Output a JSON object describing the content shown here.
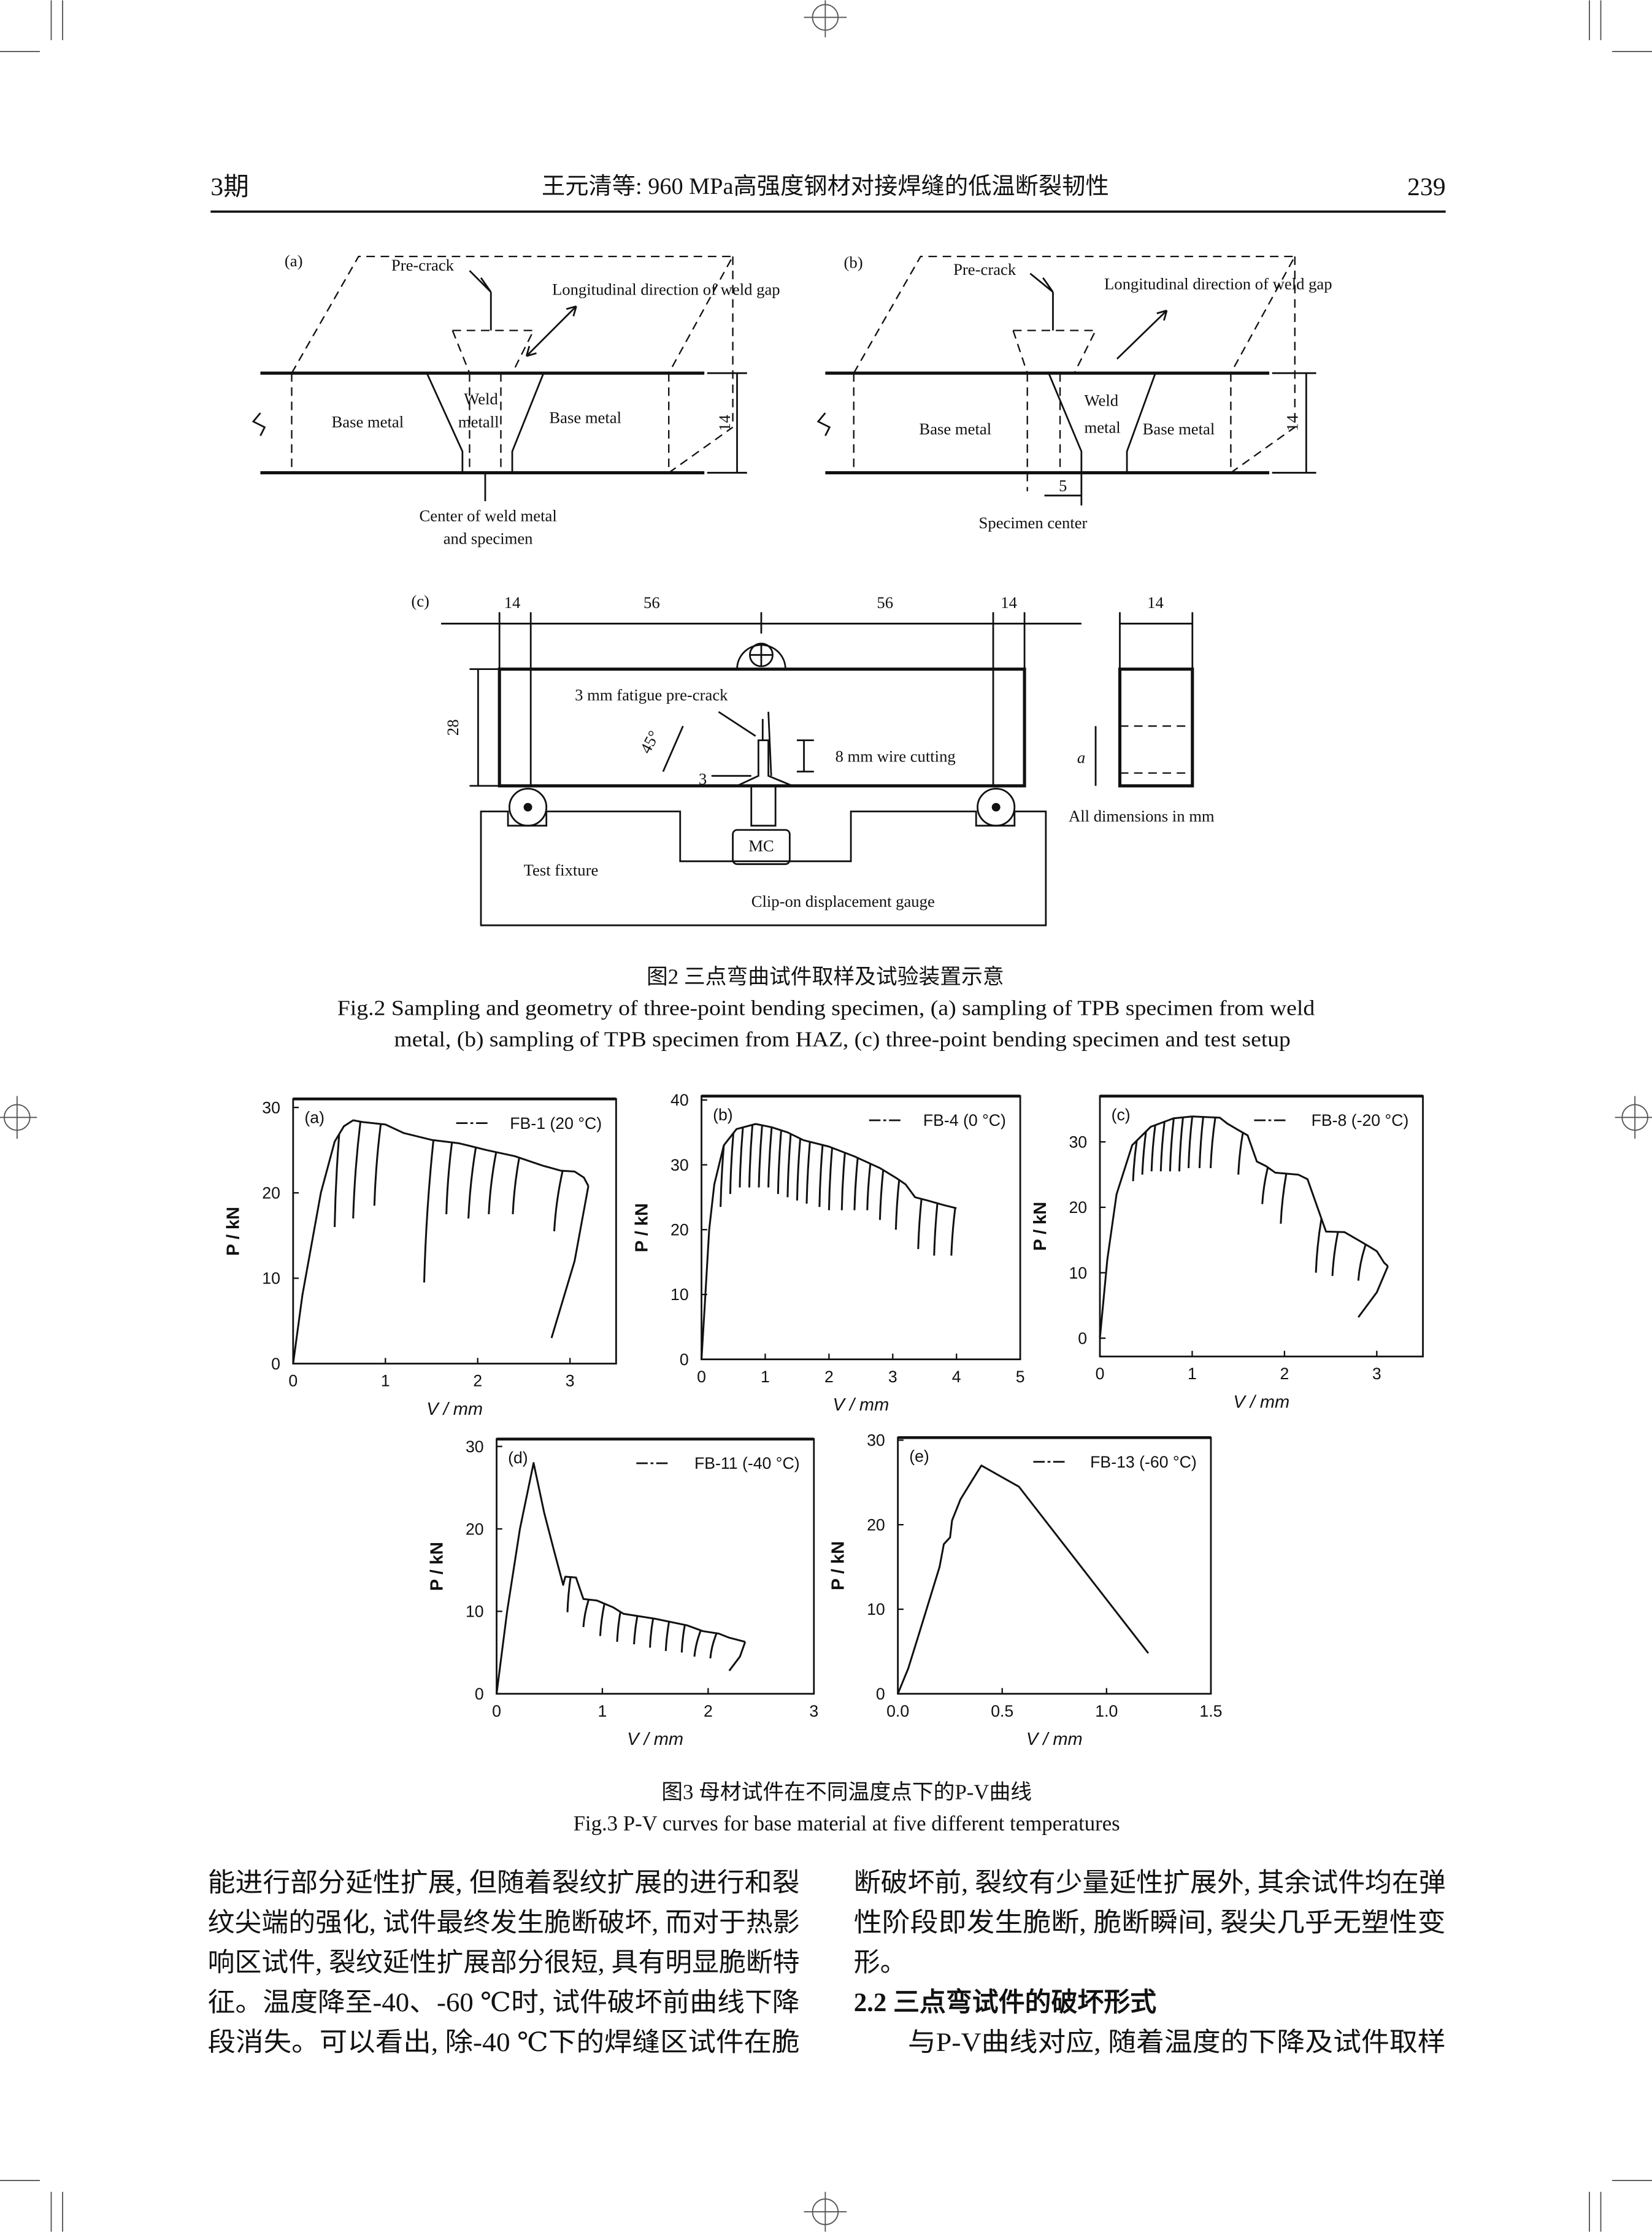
{
  "header": {
    "issue": "3期",
    "title": "王元清等: 960 MPa高强度钢材对接焊缝的低温断裂韧性",
    "page_number": "239"
  },
  "figure2": {
    "a": {
      "panel": "(a)",
      "precrack": "Pre-crack",
      "longitudinal": "Longitudinal direction of weld gap",
      "weld": "Weld",
      "metal": "metall",
      "base_left": "Base metal",
      "base_right": "Base metal",
      "thickness": "14",
      "center1": "Center of weld metal",
      "center2": "and specimen"
    },
    "b": {
      "panel": "(b)",
      "precrack": "Pre-crack",
      "longitudinal": "Longitudinal direction of weld gap",
      "weld": "Weld",
      "metal": "metal",
      "base_left": "Base metal",
      "base_right": "Base metal",
      "thickness": "14",
      "offset": "5",
      "center": "Specimen center"
    },
    "c": {
      "panel": "(c)",
      "dims_top": [
        "14",
        "56",
        "56",
        "14"
      ],
      "side_width": "14",
      "height": "28",
      "fatigue": "3 mm fatigue pre-crack",
      "angle": "45°",
      "three": "3",
      "wire": "8 mm wire cutting",
      "a": "a",
      "all_dims": "All dimensions in mm",
      "fixture": "Test fixture",
      "mc": "MC",
      "gauge": "Clip-on displacement gauge"
    },
    "caption_cn": "图2 三点弯曲试件取样及试验装置示意",
    "caption_en_1": "Fig.2 Sampling and geometry of three-point bending specimen, (a) sampling of TPB specimen from weld",
    "caption_en_2": "metal, (b) sampling of TPB specimen from HAZ, (c) three-point bending specimen and test setup"
  },
  "figure3": {
    "caption_cn": "图3 母材试件在不同温度点下的P-V曲线",
    "caption_en": "Fig.3 P-V curves for base material at five different temperatures"
  },
  "chart_data": [
    {
      "type": "line",
      "panel": "(a)",
      "legend": "FB-1 (20 °C)",
      "xlabel": "V / mm",
      "ylabel": "P / kN",
      "xlim": [
        0,
        3.5
      ],
      "ylim": [
        0,
        31
      ],
      "xticks": [
        0,
        1,
        2,
        3
      ],
      "yticks": [
        0,
        10,
        20,
        30
      ],
      "envelope": [
        [
          0,
          0
        ],
        [
          0.1,
          8
        ],
        [
          0.3,
          20
        ],
        [
          0.45,
          26
        ],
        [
          0.55,
          27.8
        ],
        [
          0.65,
          28.5
        ],
        [
          0.75,
          28.3
        ],
        [
          1.0,
          28
        ],
        [
          1.2,
          27
        ],
        [
          1.5,
          26.2
        ],
        [
          1.8,
          25.8
        ],
        [
          2.1,
          25
        ],
        [
          2.4,
          24.3
        ],
        [
          2.7,
          23.2
        ],
        [
          2.9,
          22.6
        ],
        [
          3.05,
          22.5
        ],
        [
          3.15,
          21.8
        ],
        [
          3.2,
          20.8
        ]
      ],
      "unloads": [
        [
          0.5,
          0.45,
          16
        ],
        [
          0.73,
          0.65,
          17
        ],
        [
          0.95,
          0.88,
          18.5
        ],
        [
          1.52,
          1.42,
          9.5
        ],
        [
          1.72,
          1.66,
          17.5
        ],
        [
          1.98,
          1.9,
          17
        ],
        [
          2.2,
          2.12,
          17.5
        ],
        [
          2.45,
          2.38,
          17.5
        ],
        [
          2.92,
          2.83,
          15.5
        ]
      ],
      "final": [
        [
          3.2,
          20.8
        ],
        [
          3.05,
          12
        ],
        [
          2.8,
          3
        ]
      ]
    },
    {
      "type": "line",
      "panel": "(b)",
      "legend": "FB-4 (0 °C)",
      "xlabel": "V / mm",
      "ylabel": "P / kN",
      "xlim": [
        0,
        5
      ],
      "ylim": [
        0,
        40.6
      ],
      "xticks": [
        0,
        1,
        2,
        3,
        4,
        5
      ],
      "yticks": [
        0,
        10,
        20,
        30,
        40
      ],
      "envelope": [
        [
          0,
          0
        ],
        [
          0.05,
          8
        ],
        [
          0.12,
          20
        ],
        [
          0.2,
          27
        ],
        [
          0.35,
          33
        ],
        [
          0.55,
          35.5
        ],
        [
          0.85,
          36.3
        ],
        [
          1.1,
          35.8
        ],
        [
          1.35,
          35
        ],
        [
          1.6,
          33.8
        ],
        [
          2.0,
          32.8
        ],
        [
          2.4,
          31.3
        ],
        [
          2.8,
          29.5
        ],
        [
          3.05,
          28
        ],
        [
          3.2,
          27
        ],
        [
          3.35,
          25
        ],
        [
          3.55,
          24.5
        ],
        [
          3.8,
          23.8
        ],
        [
          4.0,
          23.3
        ]
      ],
      "unloads": [
        [
          0.35,
          0.3,
          23.5
        ],
        [
          0.5,
          0.45,
          25.5
        ],
        [
          0.65,
          0.6,
          26.5
        ],
        [
          0.8,
          0.75,
          26.5
        ],
        [
          0.95,
          0.9,
          26.5
        ],
        [
          1.1,
          1.05,
          26.5
        ],
        [
          1.25,
          1.2,
          25.5
        ],
        [
          1.4,
          1.35,
          25
        ],
        [
          1.55,
          1.5,
          24.5
        ],
        [
          1.7,
          1.65,
          24
        ],
        [
          1.9,
          1.85,
          23.5
        ],
        [
          2.05,
          2.0,
          23
        ],
        [
          2.25,
          2.2,
          23
        ],
        [
          2.45,
          2.4,
          23
        ],
        [
          2.65,
          2.6,
          23
        ],
        [
          2.85,
          2.8,
          21.5
        ],
        [
          3.1,
          3.05,
          20
        ],
        [
          3.45,
          3.4,
          17
        ],
        [
          3.7,
          3.65,
          16
        ],
        [
          3.98,
          3.92,
          16
        ]
      ],
      "final": []
    },
    {
      "type": "line",
      "panel": "(c)",
      "legend": "FB-8 (-20 °C)",
      "xlabel": "V / mm",
      "ylabel": "P / kN",
      "xlim": [
        0,
        3.5
      ],
      "ylim": [
        -2.8,
        37
      ],
      "xticks": [
        0,
        1,
        2,
        3
      ],
      "yticks": [
        0,
        10,
        20,
        30
      ],
      "envelope": [
        [
          0,
          0
        ],
        [
          0.08,
          12
        ],
        [
          0.18,
          22
        ],
        [
          0.35,
          29.5
        ],
        [
          0.55,
          32.3
        ],
        [
          0.8,
          33.6
        ],
        [
          1.0,
          33.9
        ],
        [
          1.3,
          33.7
        ],
        [
          1.38,
          32.8
        ],
        [
          1.5,
          31.8
        ],
        [
          1.6,
          31
        ],
        [
          1.7,
          27
        ],
        [
          1.8,
          26.3
        ],
        [
          1.9,
          25.3
        ],
        [
          2.15,
          25
        ],
        [
          2.25,
          24.3
        ],
        [
          2.45,
          16.3
        ],
        [
          2.65,
          16.2
        ],
        [
          2.8,
          15
        ],
        [
          2.92,
          14
        ],
        [
          3.0,
          13.3
        ],
        [
          3.08,
          11.5
        ],
        [
          3.12,
          11
        ]
      ],
      "unloads": [
        [
          0.4,
          0.36,
          24
        ],
        [
          0.5,
          0.46,
          25
        ],
        [
          0.6,
          0.56,
          25.5
        ],
        [
          0.7,
          0.66,
          25.5
        ],
        [
          0.8,
          0.76,
          25.5
        ],
        [
          0.9,
          0.86,
          25.5
        ],
        [
          1.0,
          0.96,
          26
        ],
        [
          1.12,
          1.08,
          26
        ],
        [
          1.25,
          1.2,
          26
        ],
        [
          1.55,
          1.5,
          25
        ],
        [
          1.82,
          1.76,
          20.5
        ],
        [
          2.02,
          1.96,
          17.5
        ],
        [
          2.4,
          2.34,
          10
        ],
        [
          2.58,
          2.52,
          9.5
        ],
        [
          2.88,
          2.8,
          8.8
        ]
      ],
      "final": [
        [
          3.12,
          11
        ],
        [
          3.0,
          7
        ],
        [
          2.8,
          3.2
        ]
      ]
    },
    {
      "type": "line",
      "panel": "(d)",
      "legend": "FB-11 (-40 °C)",
      "xlabel": "V / mm",
      "ylabel": "P / kN",
      "xlim": [
        0,
        3
      ],
      "ylim": [
        0,
        30.9
      ],
      "xticks": [
        0,
        1,
        2,
        3
      ],
      "yticks": [
        0,
        10,
        20,
        30
      ],
      "envelope": [
        [
          0,
          0
        ],
        [
          0.1,
          10
        ],
        [
          0.22,
          20
        ],
        [
          0.35,
          28
        ],
        [
          0.45,
          22
        ],
        [
          0.55,
          17
        ],
        [
          0.63,
          13.2
        ],
        [
          0.65,
          14.2
        ],
        [
          0.75,
          14.1
        ],
        [
          0.82,
          11.5
        ],
        [
          0.95,
          11.3
        ],
        [
          1.1,
          10.5
        ],
        [
          1.2,
          9.7
        ],
        [
          1.5,
          9.1
        ],
        [
          1.8,
          8.3
        ],
        [
          1.95,
          7.6
        ],
        [
          2.1,
          7.3
        ],
        [
          2.2,
          6.8
        ],
        [
          2.35,
          6.3
        ]
      ],
      "unloads": [
        [
          0.7,
          0.67,
          9.9
        ],
        [
          0.87,
          0.82,
          8.1
        ],
        [
          1.02,
          0.98,
          7
        ],
        [
          1.17,
          1.14,
          6.3
        ],
        [
          1.33,
          1.3,
          6
        ],
        [
          1.48,
          1.45,
          5.6
        ],
        [
          1.63,
          1.6,
          5.2
        ],
        [
          1.78,
          1.75,
          5
        ],
        [
          1.93,
          1.87,
          4.5
        ],
        [
          2.08,
          2.02,
          4.3
        ]
      ],
      "final": [
        [
          2.35,
          6.3
        ],
        [
          2.3,
          4.5
        ],
        [
          2.2,
          2.8
        ]
      ]
    },
    {
      "type": "line",
      "panel": "(e)",
      "legend": "FB-13 (-60 °C)",
      "xlabel": "V / mm",
      "ylabel": "P / kN",
      "xlim": [
        0,
        1.5
      ],
      "ylim": [
        0,
        30.3
      ],
      "xticks": [
        0.0,
        0.5,
        1.0,
        1.5
      ],
      "xtick_labels": [
        "0.0",
        "0.5",
        "1.0",
        "1.5"
      ],
      "yticks": [
        0,
        10,
        20,
        30
      ],
      "envelope": [
        [
          0,
          0
        ],
        [
          0.05,
          3
        ],
        [
          0.1,
          7
        ],
        [
          0.2,
          15
        ],
        [
          0.22,
          17.7
        ],
        [
          0.25,
          18.5
        ],
        [
          0.26,
          20.5
        ],
        [
          0.3,
          23
        ],
        [
          0.35,
          25
        ],
        [
          0.4,
          27
        ],
        [
          0.58,
          24.5
        ],
        [
          1.2,
          4.8
        ]
      ],
      "unloads": [],
      "final": []
    }
  ],
  "body": {
    "left": [
      "能进行部分延性扩展, 但随着裂纹扩展的进行和裂",
      "纹尖端的强化, 试件最终发生脆断破坏, 而对于热影",
      "响区试件, 裂纹延性扩展部分很短, 具有明显脆断特",
      "征。温度降至-40、-60 ℃时, 试件破坏前曲线下降",
      "段消失。可以看出, 除-40 ℃下的焊缝区试件在脆"
    ],
    "right": [
      "断破坏前, 裂纹有少量延性扩展外, 其余试件均在弹",
      "性阶段即发生脆断, 脆断瞬间, 裂尖几乎无塑性变",
      "形。"
    ],
    "section_heading": "2.2 三点弯试件的破坏形式",
    "right_para": "与P-V曲线对应, 随着温度的下降及试件取样"
  }
}
